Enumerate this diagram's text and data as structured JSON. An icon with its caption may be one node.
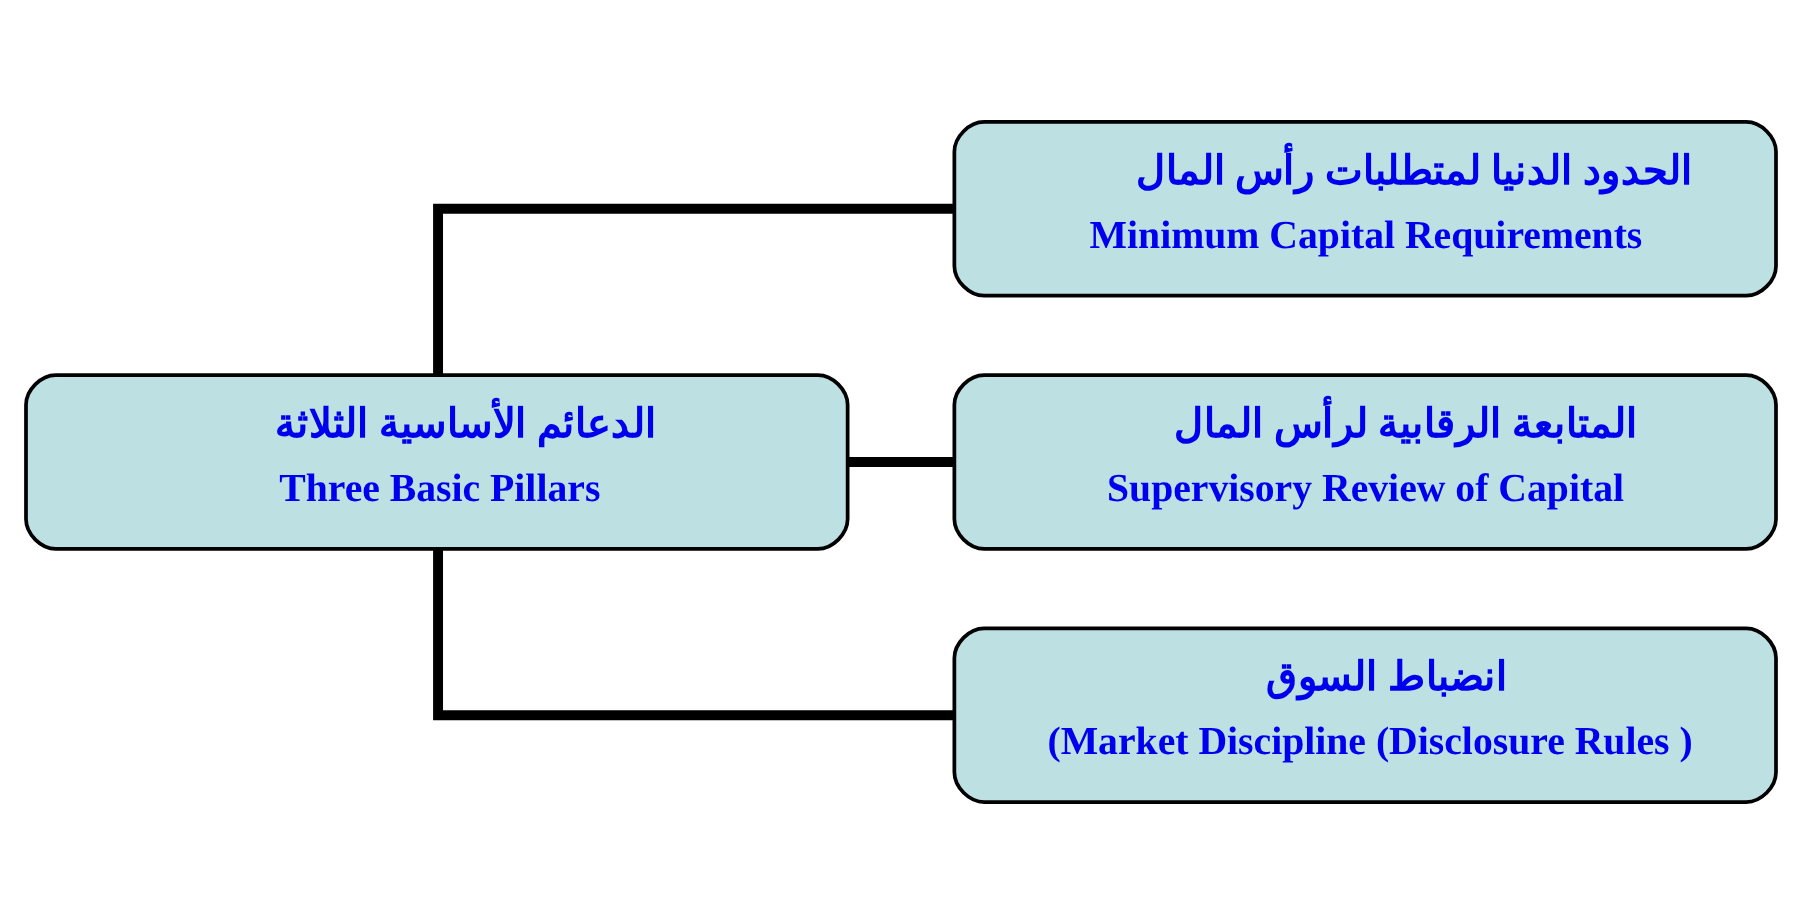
{
  "diagram": {
    "nodes": [
      {
        "text": [
          "الدعائم الأساسية الثلاثة",
          "Three Basic Pillars"
        ]
      },
      {
        "text": [
          "الحدود الدنيا لمتطلبات رأس المال",
          "Minimum Capital Requirements"
        ]
      },
      {
        "text": [
          "المتابعة الرقابية لرأس المال",
          "Supervisory Review of Capital"
        ]
      },
      {
        "text": [
          "انضباط السوق",
          "(Market Discipline (Disclosure Rules )"
        ]
      }
    ],
    "edges": [
      {
        "from": 0,
        "to": 1,
        "arrow": "none"
      },
      {
        "from": 0,
        "to": 2,
        "arrow": "none"
      },
      {
        "from": 0,
        "to": 3,
        "arrow": "none"
      }
    ]
  }
}
